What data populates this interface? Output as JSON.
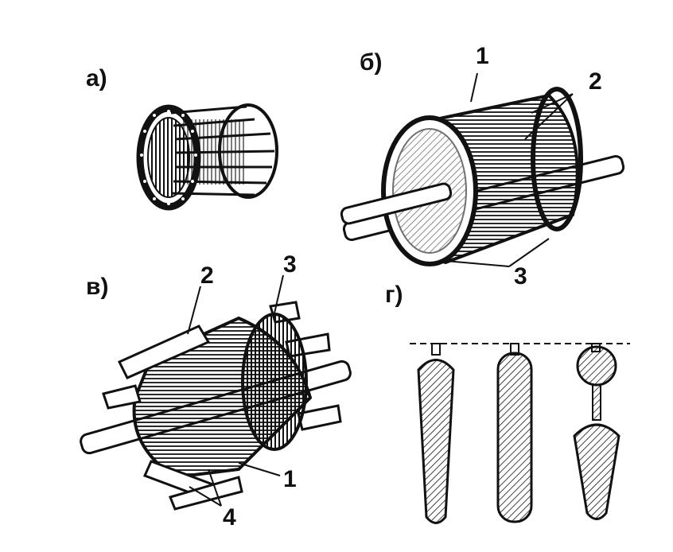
{
  "panels": {
    "a": {
      "letter": "а)"
    },
    "b": {
      "letter": "б)",
      "callouts": [
        "1",
        "2",
        "3"
      ]
    },
    "v": {
      "letter": "в)",
      "callouts": [
        "2",
        "3",
        "1",
        "4"
      ]
    },
    "g": {
      "letter": "г)"
    }
  },
  "colors": {
    "ink": "#111111",
    "paper": "#ffffff"
  }
}
